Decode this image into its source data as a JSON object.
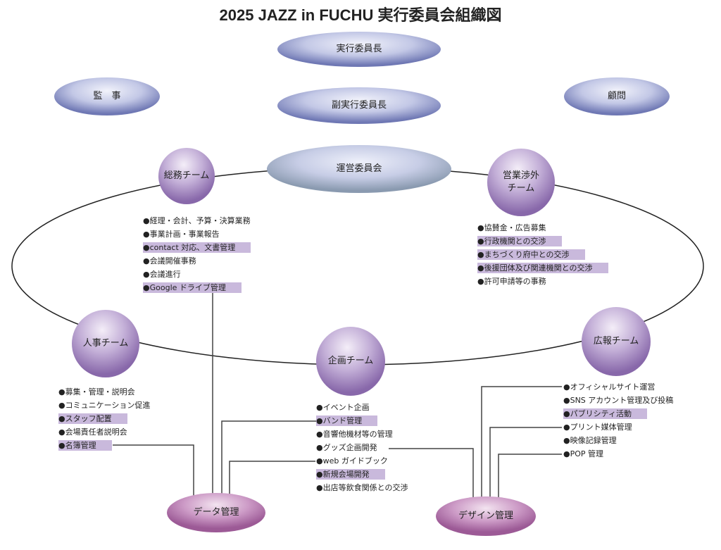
{
  "title": "2025 JAZZ in FUCHU 実行委員会組織図",
  "colors": {
    "highlight": "#c9b9dc",
    "blue_node": "#8a92c6",
    "team_node": "#a98ac4",
    "mgmt_node": "#b57aae"
  },
  "top_nodes": {
    "chair": "実行委員長",
    "vice_chair": "副実行委員長",
    "auditor": "監　事",
    "advisor": "顧問",
    "steering": "運営委員会"
  },
  "teams": {
    "soumu": {
      "name": "総務チーム",
      "items": [
        {
          "text": "●経理・会計、予算・決算業務",
          "highlight": false
        },
        {
          "text": "●事業計画・事業報告",
          "highlight": false
        },
        {
          "text": "●contact 対応、文書管理",
          "highlight": true
        },
        {
          "text": "●会議開催事務",
          "highlight": false
        },
        {
          "text": "●会議進行",
          "highlight": false
        },
        {
          "text": "●Google ドライブ管理",
          "highlight": true
        }
      ]
    },
    "eigyo": {
      "name_line1": "営業渉外",
      "name_line2": "チーム",
      "items": [
        {
          "text": "●協賛金・広告募集",
          "highlight": false
        },
        {
          "text": "●行政機関との交渉",
          "highlight": true
        },
        {
          "text": "●まちづくり府中との交渉",
          "highlight": true
        },
        {
          "text": "●後援団体及び関連機関との交渉",
          "highlight": true
        },
        {
          "text": "●許可申請等の事務",
          "highlight": false
        }
      ]
    },
    "jinji": {
      "name": "人事チーム",
      "items": [
        {
          "text": "●募集・管理・説明会",
          "highlight": false
        },
        {
          "text": "●コミュニケーション促進",
          "highlight": false
        },
        {
          "text": "●スタッフ配置",
          "highlight": true
        },
        {
          "text": "●会場責任者説明会",
          "highlight": false
        },
        {
          "text": "●名簿管理",
          "highlight": true
        }
      ]
    },
    "kikaku": {
      "name": "企画チーム",
      "items": [
        {
          "text": "●イベント企画",
          "highlight": false
        },
        {
          "text": "●バンド管理",
          "highlight": true
        },
        {
          "text": "●音響他機材等の管理",
          "highlight": false
        },
        {
          "text": "●グッズ企画開発",
          "highlight": false
        },
        {
          "text": "●web ガイドブック",
          "highlight": false
        },
        {
          "text": "●新規会場開発",
          "highlight": true
        },
        {
          "text": "●出店等飲食関係との交渉",
          "highlight": false
        }
      ]
    },
    "kouhou": {
      "name": "広報チーム",
      "items": [
        {
          "text": "●オフィシャルサイト運営",
          "highlight": false
        },
        {
          "text": "●SNS アカウント管理及び投稿",
          "highlight": false
        },
        {
          "text": "●パブリシティ活動",
          "highlight": true
        },
        {
          "text": "●プリント媒体管理",
          "highlight": false
        },
        {
          "text": "●映像記録管理",
          "highlight": false
        },
        {
          "text": "●POP 管理",
          "highlight": false
        }
      ]
    }
  },
  "management": {
    "data": "データ管理",
    "design": "デザイン管理"
  }
}
